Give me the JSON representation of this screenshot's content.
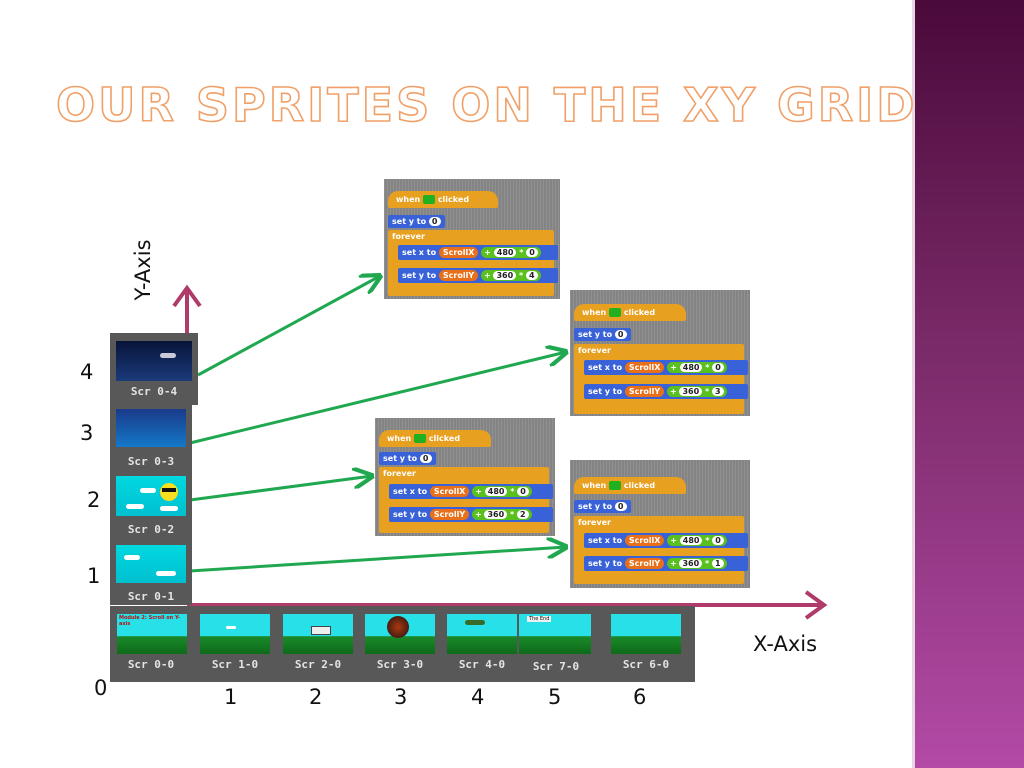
{
  "slide": {
    "title": "OUR SPRITES ON THE XY GRID",
    "colors": {
      "title_fill": "#ffffff",
      "title_outline": "#f0a068",
      "axis": "#b03a6a",
      "arrow": "#20a850",
      "sidebar": "#7a2a68"
    }
  },
  "axes": {
    "y_label": "Y-Axis",
    "x_label": "X-Axis",
    "origin": "0",
    "y_ticks": [
      "1",
      "2",
      "3",
      "4"
    ],
    "x_ticks": [
      "1",
      "2",
      "3",
      "4",
      "5",
      "6"
    ]
  },
  "y_screens": [
    {
      "caption": "Scr 0-4",
      "style": "night"
    },
    {
      "caption": "Scr 0-3",
      "style": "deep"
    },
    {
      "caption": "Scr 0-2",
      "style": "sky"
    },
    {
      "caption": "Scr 0-1",
      "style": "sky"
    }
  ],
  "x_screens": [
    {
      "caption": "Scr 0-0",
      "banner": "Module 2: Scroll on Y-axis"
    },
    {
      "caption": "Scr 1-0"
    },
    {
      "caption": "Scr 2-0"
    },
    {
      "caption": "Scr 3-0"
    },
    {
      "caption": "Scr 4-0"
    },
    {
      "caption": "Scr 7-0",
      "banner": "The End"
    },
    {
      "caption": "Scr 6-0"
    }
  ],
  "scripts": [
    {
      "hat": "when",
      "hat_after": "clicked",
      "set_y": "set y to",
      "set_y_val": "0",
      "loop": "forever",
      "set_x_label": "set x to",
      "scroll_x": "ScrollX",
      "x_mult": "480",
      "x_idx": "0",
      "set_y_label": "set y to",
      "scroll_y": "ScrollY",
      "y_mult": "360",
      "y_idx": "4",
      "plus": "+",
      "times": "*"
    },
    {
      "hat": "when",
      "hat_after": "clicked",
      "set_y": "set y to",
      "set_y_val": "0",
      "loop": "forever",
      "set_x_label": "set x to",
      "scroll_x": "ScrollX",
      "x_mult": "480",
      "x_idx": "0",
      "set_y_label": "set y to",
      "scroll_y": "ScrollY",
      "y_mult": "360",
      "y_idx": "3",
      "plus": "+",
      "times": "*"
    },
    {
      "hat": "when",
      "hat_after": "clicked",
      "set_y": "set y to",
      "set_y_val": "0",
      "loop": "forever",
      "set_x_label": "set x to",
      "scroll_x": "ScrollX",
      "x_mult": "480",
      "x_idx": "0",
      "set_y_label": "set y to",
      "scroll_y": "ScrollY",
      "y_mult": "360",
      "y_idx": "2",
      "plus": "+",
      "times": "*"
    },
    {
      "hat": "when",
      "hat_after": "clicked",
      "set_y": "set y to",
      "set_y_val": "0",
      "loop": "forever",
      "set_x_label": "set x to",
      "scroll_x": "ScrollX",
      "x_mult": "480",
      "x_idx": "0",
      "set_y_label": "set y to",
      "scroll_y": "ScrollY",
      "y_mult": "360",
      "y_idx": "1",
      "plus": "+",
      "times": "*"
    }
  ]
}
